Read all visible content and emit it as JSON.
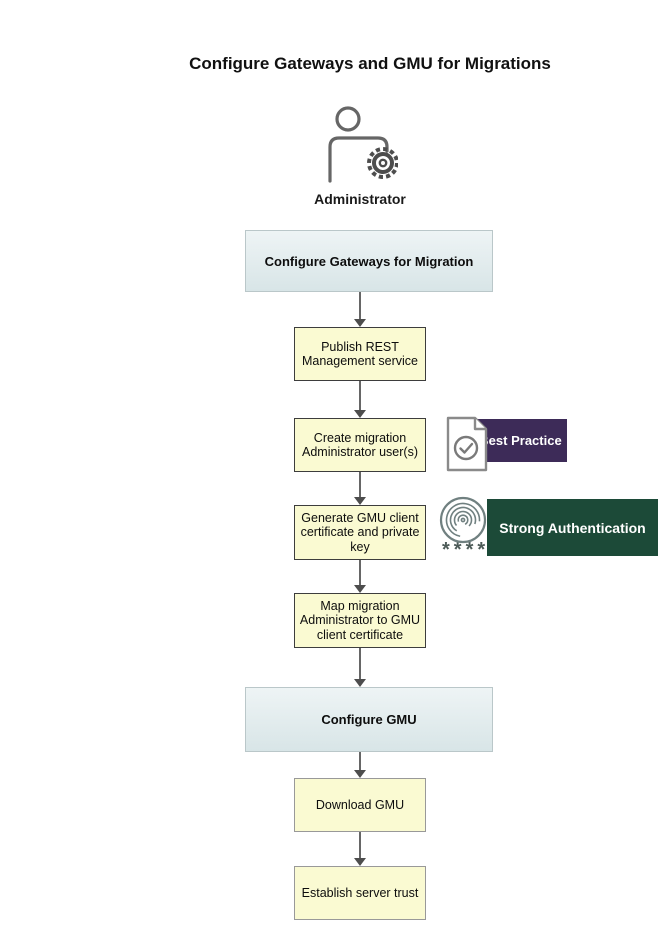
{
  "title": "Configure Gateways and GMU for Migrations",
  "actor": {
    "label": "Administrator"
  },
  "sections": [
    {
      "label": "Configure Gateways for Migration"
    },
    {
      "label": "Configure GMU"
    }
  ],
  "steps": [
    {
      "label": "Publish REST\nManagement service"
    },
    {
      "label": "Create migration\nAdministrator user(s)"
    },
    {
      "label": "Generate GMU client\ncertificate and private\nkey"
    },
    {
      "label": "Map migration\nAdministrator to GMU\nclient certificate"
    },
    {
      "label": "Download GMU"
    },
    {
      "label": "Establish server trust"
    }
  ],
  "badges": {
    "best_practice": {
      "label": "Best Practice",
      "icon": "document-check-icon",
      "bg_color": "#3d2b58"
    },
    "strong_authentication": {
      "label": "Strong Authentication",
      "icon": "fingerprint-icon",
      "stars": "****",
      "bg_color": "#1c4a38"
    }
  },
  "colors": {
    "section_bg_top": "#eef4f5",
    "section_bg_bottom": "#d8e5e7",
    "section_border": "#bac7c9",
    "step_bg": "#fafad2",
    "step_border_dark": "#3d3d3d",
    "step_border_light": "#999999",
    "arrow_line": "#666666",
    "arrow_head": "#4d4d4d",
    "actor_icon": "#666666",
    "badge_text": "#ffffff"
  }
}
